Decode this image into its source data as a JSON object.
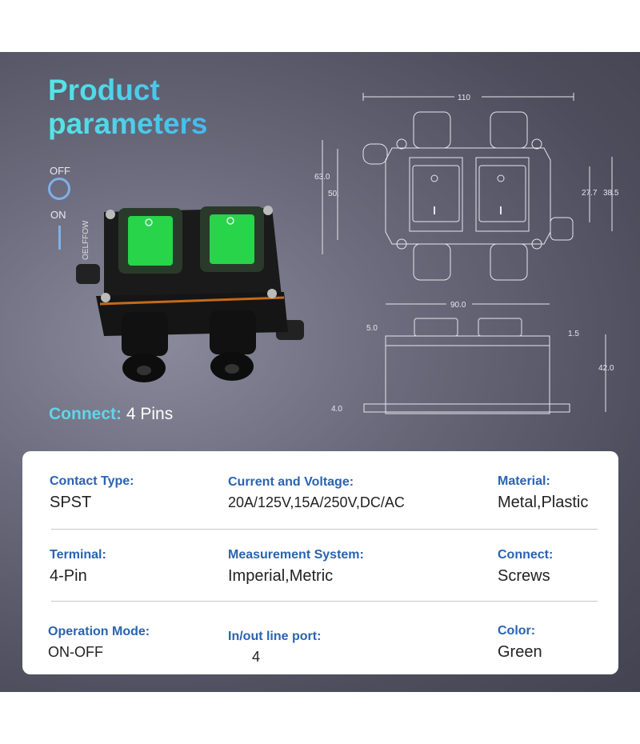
{
  "header": {
    "title_line1": "Product",
    "title_line2": "parameters"
  },
  "legend": {
    "off": "OFF",
    "on": "ON"
  },
  "product": {
    "brand": "OELFFOW"
  },
  "connect": {
    "label": "Connect:",
    "value": "4 Pins"
  },
  "dimensions": {
    "width": "110",
    "height_outer": "63.0",
    "height_inner": "50.",
    "switch_h": "27.7",
    "switch_frame_h": "38.5",
    "base_width": "90.0",
    "top_offset": "5.0",
    "plate": "1.5",
    "depth": "42.0",
    "base": "4.0"
  },
  "specs": [
    {
      "key": "Contact Type:",
      "value": "SPST"
    },
    {
      "key": "Current and Voltage:",
      "value": "20A/125V,15A/250V,DC/AC"
    },
    {
      "key": "Material:",
      "value": "Metal,Plastic"
    },
    {
      "key": "Terminal:",
      "value": "4-Pin"
    },
    {
      "key": "Measurement System:",
      "value": "Imperial,Metric"
    },
    {
      "key": "Connect:",
      "value": "Screws"
    },
    {
      "key": "Operation Mode:",
      "value": "ON-OFF"
    },
    {
      "key": "In/out line port:",
      "value": "4"
    },
    {
      "key": "Color:",
      "value": "Green"
    }
  ],
  "colors": {
    "accent": "#4fd8ee",
    "label_blue": "#2a63b0",
    "switch_green": "#2ecc40"
  }
}
